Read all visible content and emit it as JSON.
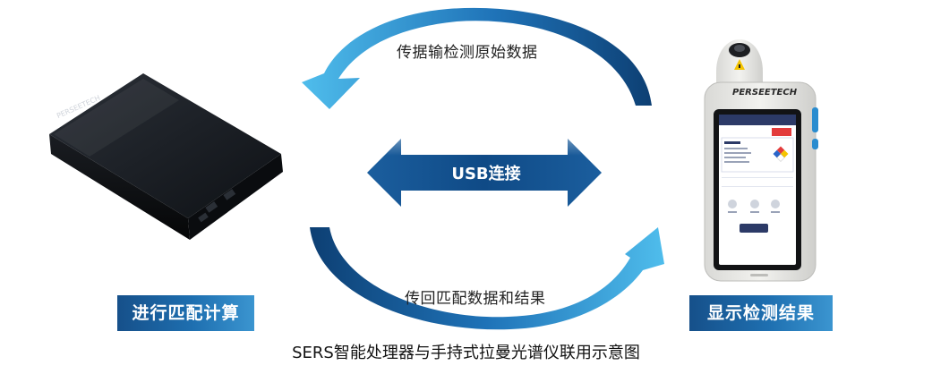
{
  "diagram": {
    "top_arrow_label": "传据输检测原始数据",
    "usb_label": "USB连接",
    "bottom_arrow_label": "传回匹配数据和结果",
    "left_badge": "进行匹配计算",
    "right_badge": "显示检测结果",
    "caption": "SERS智能处理器与手持式拉曼光谱仪联用示意图"
  },
  "devices": {
    "processor_brand": "PERSEETECH",
    "handheld_brand": "PERSEETECH"
  },
  "colors": {
    "arrow_dark": "#0d3f73",
    "arrow_light": "#49b7ea",
    "badge": "#1e6fb0"
  }
}
